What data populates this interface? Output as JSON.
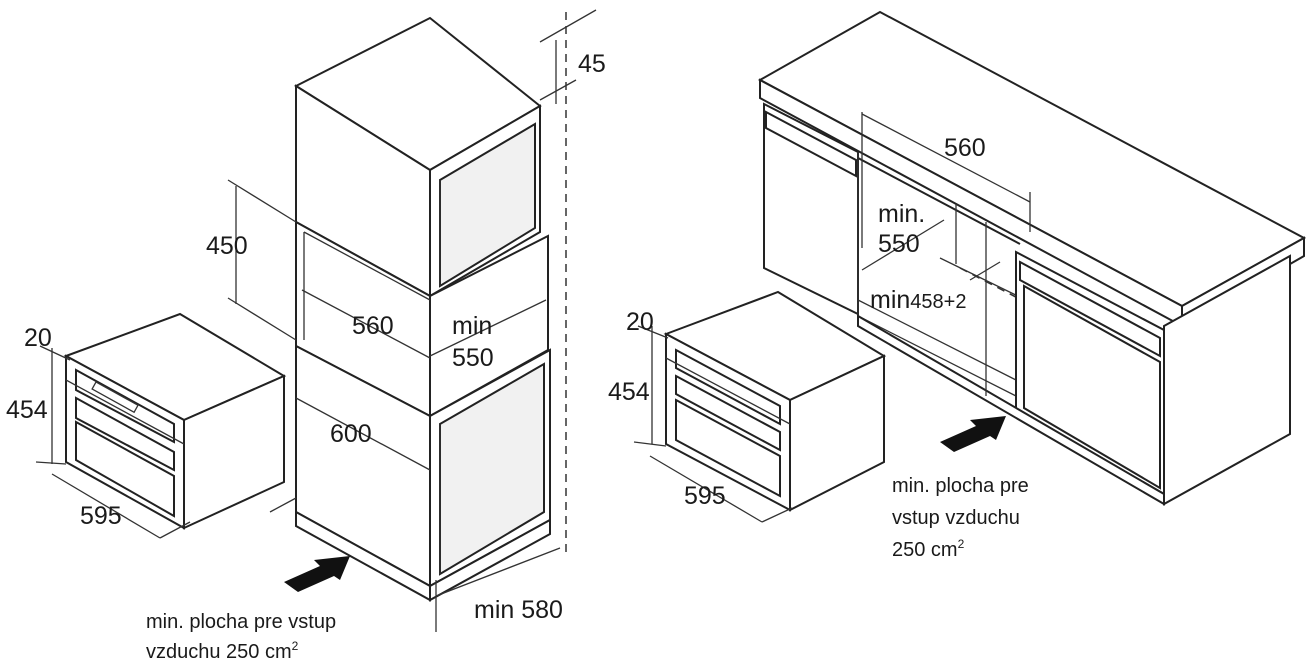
{
  "left": {
    "dims": {
      "top_gap": "45",
      "niche_height": "450",
      "niche_width": "560",
      "niche_depth_label": "min",
      "niche_depth_value": "550",
      "cabinet_width": "600",
      "cabinet_depth": "min 580",
      "oven_top": "20",
      "oven_height": "454",
      "oven_width": "595"
    },
    "air_note": {
      "line1": "min. plocha pre vstup",
      "line2_prefix": "vzduchu 250 cm",
      "line2_sup": "2"
    }
  },
  "right": {
    "dims": {
      "niche_width": "560",
      "niche_depth_label": "min.",
      "niche_depth_value": "550",
      "niche_height_label": "min",
      "niche_height_value": "458+2",
      "oven_top": "20",
      "oven_height": "454",
      "oven_width": "595"
    },
    "air_note": {
      "line1": "min. plocha pre",
      "line2": "vstup vzduchu",
      "line3_prefix": "250 cm",
      "line3_sup": "2"
    }
  }
}
